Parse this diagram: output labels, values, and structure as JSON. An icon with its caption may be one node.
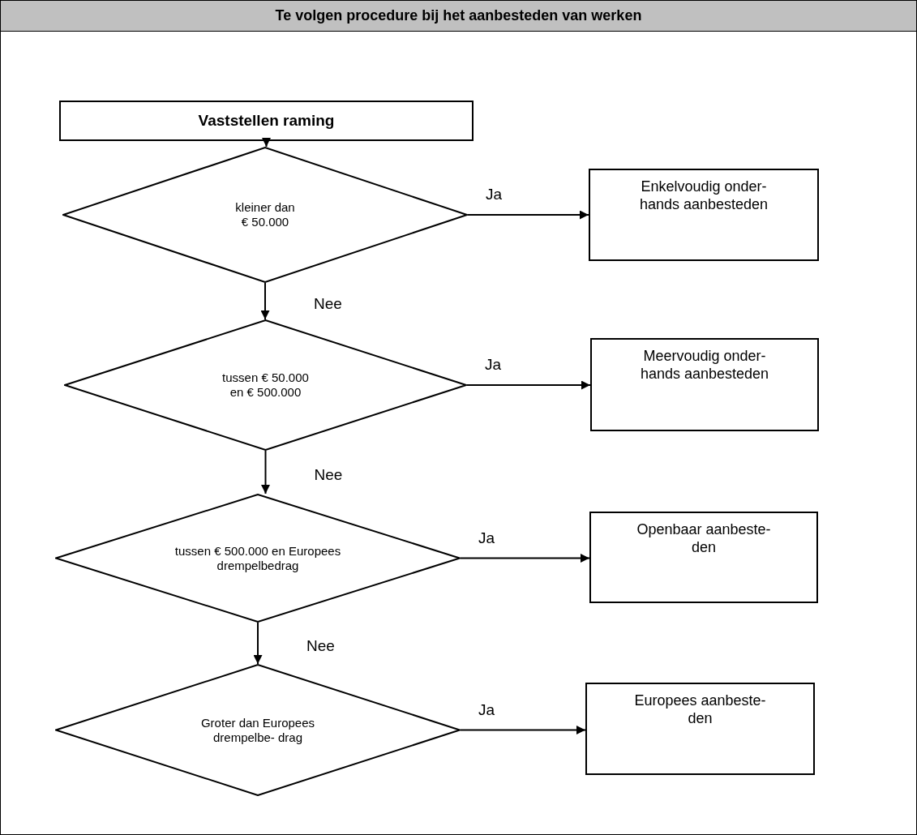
{
  "diagram": {
    "title": "Te volgen procedure bij het aanbesteden van werken",
    "nodes": [
      {
        "text": [
          "Vaststellen raming"
        ]
      },
      {
        "text": [
          "kleiner dan € 50.000"
        ]
      },
      {
        "text": [
          "Enkelvoudig onder- hands aanbesteden"
        ]
      },
      {
        "text": [
          "tussen € 50.000 en € 500.000"
        ]
      },
      {
        "text": [
          "Meervoudig onder- hands aanbesteden"
        ]
      },
      {
        "text": [
          "tussen € 500.000 en Europees drempelbedrag"
        ]
      },
      {
        "text": [
          "Openbaar aanbeste- den"
        ]
      },
      {
        "text": [
          "Groter dan Europees drempelbe- drag"
        ]
      },
      {
        "text": [
          "Europees aanbeste- den"
        ]
      }
    ],
    "edges": [
      {
        "from": 0,
        "to": 1,
        "arrow": "to"
      },
      {
        "from": 1,
        "to": 2,
        "arrow": "to",
        "label": "Ja"
      },
      {
        "from": 1,
        "to": 3,
        "arrow": "to",
        "label": "Nee"
      },
      {
        "from": 3,
        "to": 4,
        "arrow": "to",
        "label": "Ja"
      },
      {
        "from": 3,
        "to": 5,
        "arrow": "to",
        "label": "Nee"
      },
      {
        "from": 5,
        "to": 6,
        "arrow": "to",
        "label": "Ja"
      },
      {
        "from": 5,
        "to": 7,
        "arrow": "to",
        "label": "Nee"
      },
      {
        "from": 7,
        "to": 8,
        "arrow": "to",
        "label": "Ja"
      }
    ]
  }
}
